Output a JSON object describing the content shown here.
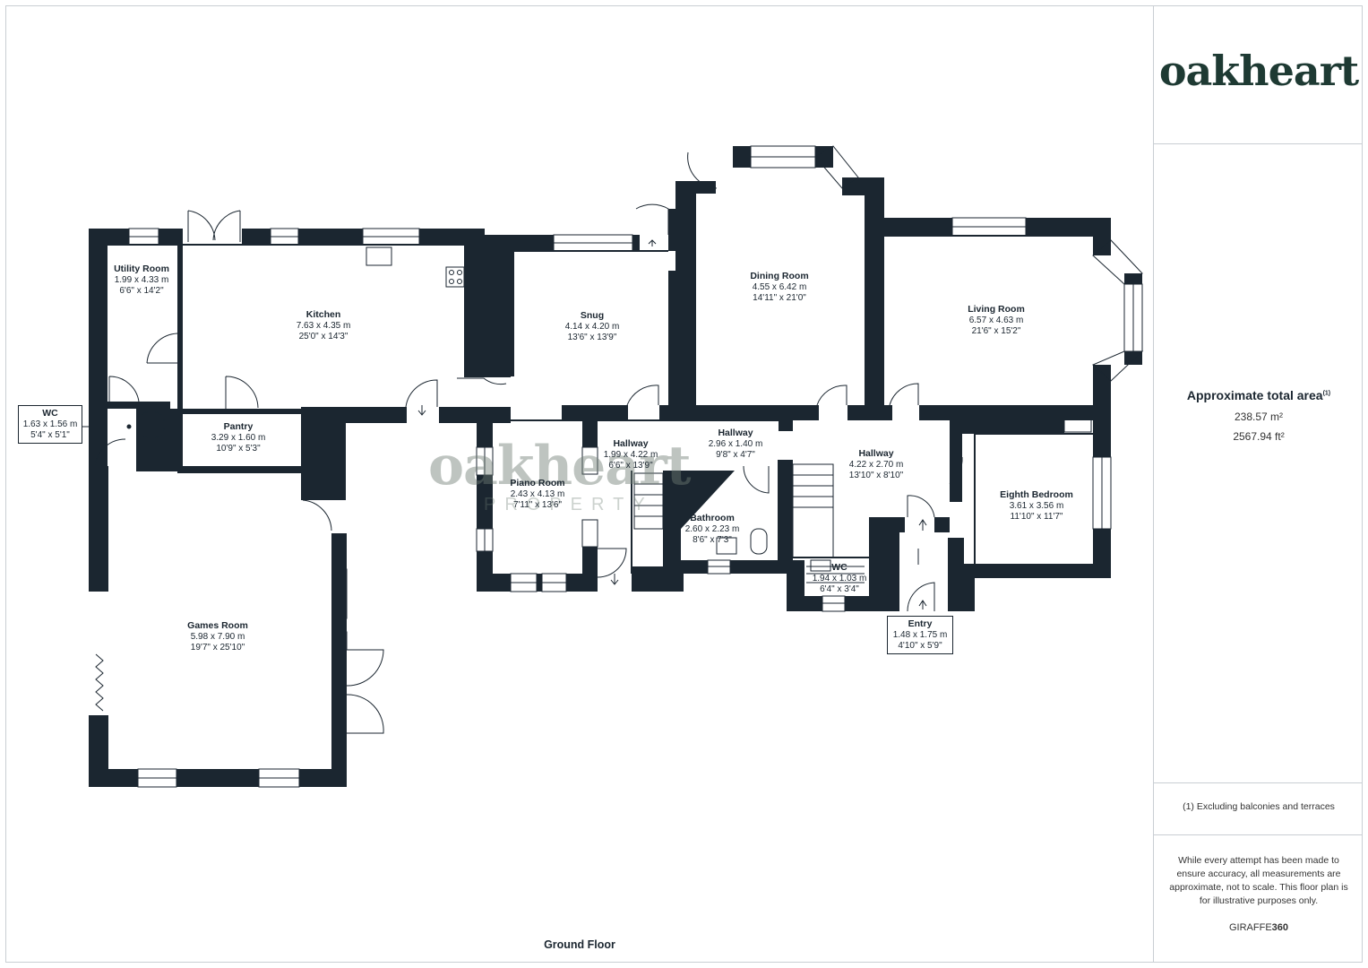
{
  "brand": {
    "logo_text": "oakheart",
    "watermark_main": "oakheart",
    "watermark_sub": "PROPERTY",
    "credit_prefix": "GIRAFFE",
    "credit_suffix": "360"
  },
  "floor_label": "Ground Floor",
  "area": {
    "title": "Approximate total area",
    "title_note": "(1)",
    "sqm": "238.57 m²",
    "sqft": "2567.94 ft²"
  },
  "footnote": "(1) Excluding balconies and terraces",
  "disclaimer": "While every attempt has been made to ensure accuracy, all measurements are approximate, not to scale. This floor plan is for illustrative purposes only.",
  "rooms": {
    "utility": {
      "name": "Utility Room",
      "metric": "1.99 x 4.33 m",
      "imperial": "6'6\" x 14'2\""
    },
    "kitchen": {
      "name": "Kitchen",
      "metric": "7.63 x 4.35 m",
      "imperial": "25'0\" x 14'3\""
    },
    "snug": {
      "name": "Snug",
      "metric": "4.14 x 4.20 m",
      "imperial": "13'6\" x 13'9\""
    },
    "dining": {
      "name": "Dining Room",
      "metric": "4.55 x 6.42 m",
      "imperial": "14'11\" x 21'0\""
    },
    "living": {
      "name": "Living Room",
      "metric": "6.57 x 4.63 m",
      "imperial": "21'6\" x 15'2\""
    },
    "wc1": {
      "name": "WC",
      "metric": "1.63 x 1.56 m",
      "imperial": "5'4\" x 5'1\""
    },
    "pantry": {
      "name": "Pantry",
      "metric": "3.29 x 1.60 m",
      "imperial": "10'9\" x 5'3\""
    },
    "piano": {
      "name": "Piano Room",
      "metric": "2.43 x 4.13 m",
      "imperial": "7'11\" x 13'6\""
    },
    "hallway1": {
      "name": "Hallway",
      "metric": "1.99 x 4.22 m",
      "imperial": "6'6\" x 13'9\""
    },
    "hallway2": {
      "name": "Hallway",
      "metric": "2.96 x 1.40 m",
      "imperial": "9'8\" x 4'7\""
    },
    "hallway3": {
      "name": "Hallway",
      "metric": "4.22 x 2.70 m",
      "imperial": "13'10\" x 8'10\""
    },
    "bathroom": {
      "name": "Bathroom",
      "metric": "2.60 x 2.23 m",
      "imperial": "8'6\" x 7'3\""
    },
    "eighth": {
      "name": "Eighth Bedroom",
      "metric": "3.61 x 3.56 m",
      "imperial": "11'10\" x 11'7\""
    },
    "wc2": {
      "name": "WC",
      "metric": "1.94 x 1.03 m",
      "imperial": "6'4\" x 3'4\""
    },
    "entry": {
      "name": "Entry",
      "metric": "1.48 x 1.75 m",
      "imperial": "4'10\" x 5'9\""
    },
    "games": {
      "name": "Games Room",
      "metric": "5.98 x 7.90 m",
      "imperial": "19'7\" x 25'10\""
    }
  },
  "colors": {
    "wall": "#1b2630",
    "line": "#1b2630",
    "logo": "#1e3a33",
    "divider": "#c9ced3"
  }
}
